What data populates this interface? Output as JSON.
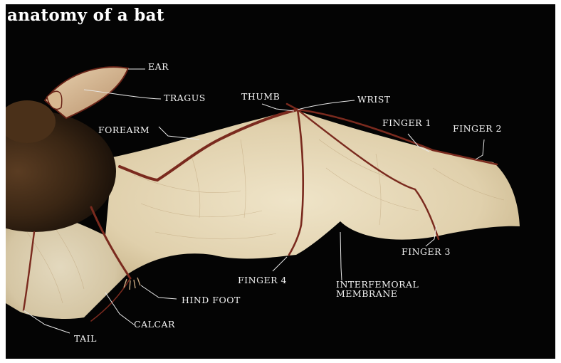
{
  "title": "anatomy of a bat",
  "labels": {
    "ear": "EAR",
    "tragus": "TRAGUS",
    "thumb": "THUMB",
    "wrist": "WRIST",
    "forearm": "FOREARM",
    "finger1": "FINGER 1",
    "finger2": "FINGER 2",
    "finger3": "FINGER 3",
    "finger4": "FINGER 4",
    "interfemoral_line1": "INTERFEMORAL",
    "interfemoral_line2": "MEMBRANE",
    "hind_foot": "HIND FOOT",
    "calcar": "CALCAR",
    "tail": "TAIL"
  },
  "colors": {
    "background": "#040404",
    "membrane": "#e6d8b8",
    "bone": "#7a2a1e",
    "fur": "#3a2614",
    "text": "#f2f2f2"
  }
}
